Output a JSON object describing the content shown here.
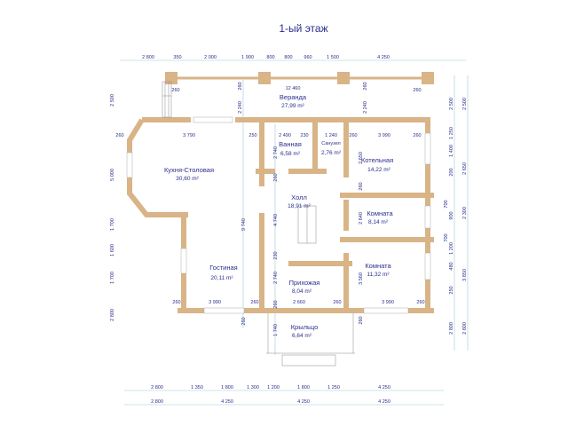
{
  "title": "1-ый этаж",
  "colors": {
    "wall": "#d8b486",
    "text": "#2a2e8c",
    "dim_line": "#9ec9d6"
  },
  "rooms": [
    {
      "name": "Веранда",
      "area": "27,99 m²"
    },
    {
      "name": "Кухня-Столовая",
      "area": "30,60 m²"
    },
    {
      "name": "Ванная",
      "area": "6,58 m²"
    },
    {
      "name": "Санузел",
      "area": "2,76 m²"
    },
    {
      "name": "Котельная",
      "area": "14,22 m²"
    },
    {
      "name": "Холл",
      "area": "18,91 m²"
    },
    {
      "name": "Комната",
      "area": "8,14 m²"
    },
    {
      "name": "Гостиная",
      "area": "20,11 m²"
    },
    {
      "name": "Прихожая",
      "area": "8,04 m²"
    },
    {
      "name": "Комната",
      "area": "11,32 m²"
    },
    {
      "name": "Крыльцо",
      "area": "6,64 m²"
    }
  ],
  "dims_top": [
    "2 800",
    "350",
    "2 000",
    "1 900",
    "800",
    "800",
    "960",
    "1 500",
    "4 250"
  ],
  "dims_bottom_1": [
    "2 800",
    "1 350",
    "1 800",
    "1 300",
    "1 200",
    "1 800",
    "1 250",
    "4 250"
  ],
  "dims_bottom_2": [
    "2 800",
    "4 250",
    "4 250",
    "4 250"
  ],
  "dims_right_1": [
    "2 500",
    "1 250",
    "1 400",
    "200",
    "700",
    "900",
    "700",
    "1 200",
    "480",
    "250",
    "2 800"
  ],
  "dims_right_2": [
    "2 500",
    "2 650",
    "2 300",
    "3 850",
    "2 800"
  ],
  "dims_left": [
    "2 500",
    "260",
    "5 000",
    "1 700",
    "1 600",
    "1 700",
    "2 800"
  ],
  "dims_inner_h": [
    "12 460",
    "260",
    "260",
    "3 790",
    "250",
    "2 490",
    "230",
    "1 240",
    "260",
    "3 990",
    "260",
    "260",
    "3 990",
    "260",
    "2 660",
    "260",
    "3 990",
    "260"
  ],
  "dims_inner_v": [
    "2 240",
    "2 240",
    "260",
    "260",
    "2 740",
    "260",
    "9 740",
    "4 740",
    "2 650",
    "260",
    "2 640",
    "230",
    "2 740",
    "3 560",
    "260",
    "1 740",
    "260",
    "260"
  ]
}
